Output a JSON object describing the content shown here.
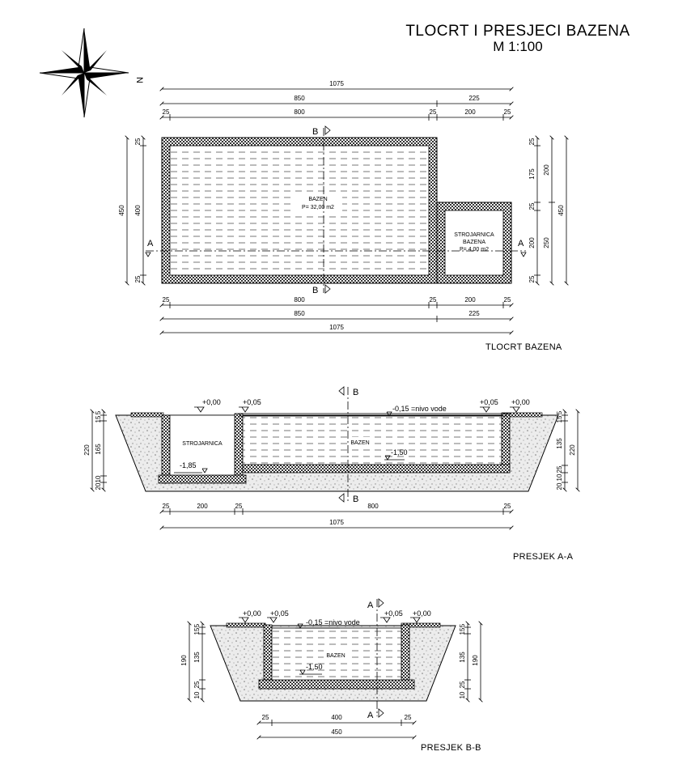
{
  "title": "TLOCRT I PRESJECI BAZENA",
  "scale": "M 1:100",
  "compass": {
    "label": "N",
    "icon": "compass-rose-icon"
  },
  "views": {
    "plan": {
      "caption": "TLOCRT BAZENA",
      "top_dims": {
        "total": "1075",
        "pool": "850",
        "room": "225",
        "wall": "25",
        "inner": "800",
        "room_inner": "200"
      },
      "bottom_dims": {
        "total": "1075",
        "pool": "850",
        "room": "225",
        "wall": "25",
        "inner": "800",
        "room_inner": "200"
      },
      "left_dims": {
        "total": "450",
        "inner": "400",
        "wall": "25"
      },
      "right_dims": {
        "total": "450",
        "upper": "200",
        "mid": "175",
        "room": "250",
        "room_inner": "200",
        "wall": "25"
      },
      "pool_label": "BAZEN",
      "pool_area": "P= 32,00 m2",
      "room_label_1": "STROJARNICA",
      "room_label_2": "BAZENA",
      "room_area": "P= 4,00 m2",
      "section_a": "A",
      "section_b": "B"
    },
    "section_aa": {
      "caption": "PRESJEK A-A",
      "levels": {
        "ground_left": "+0,00",
        "rim_left": "+0,05",
        "water": "-0,15 =nivo vode",
        "rim_right": "+0,05",
        "ground_right": "+0,00",
        "pool_floor": "-1,50",
        "room_floor": "-1,85"
      },
      "room_label": "STROJARNICA",
      "pool_label": "BAZEN",
      "left_dims": {
        "total": "220",
        "a": "5",
        "b": "15",
        "c": "165",
        "d": "10",
        "e": "20"
      },
      "right_dims": {
        "total": "220",
        "a": "5",
        "b": "15",
        "c": "135",
        "d": "25",
        "e": "10",
        "f": "20"
      },
      "bottom_dims": {
        "wall": "25",
        "room_inner": "200",
        "inner": "800",
        "total": "1075"
      },
      "section_b": "B"
    },
    "section_bb": {
      "caption": "PRESJEK B-B",
      "levels": {
        "ground_left": "+0,00",
        "rim_left": "+0,05",
        "water": "-0,15 =nivo vode",
        "rim_right": "+0,05",
        "ground_right": "+0,00",
        "pool_floor": "-1,50"
      },
      "pool_label": "BAZEN",
      "side_dims": {
        "total": "190",
        "a": "5",
        "b": "15",
        "c": "135",
        "d": "25",
        "e": "10"
      },
      "bottom_dims": {
        "wall": "25",
        "inner": "400",
        "total": "450"
      },
      "section_a": "A"
    }
  }
}
